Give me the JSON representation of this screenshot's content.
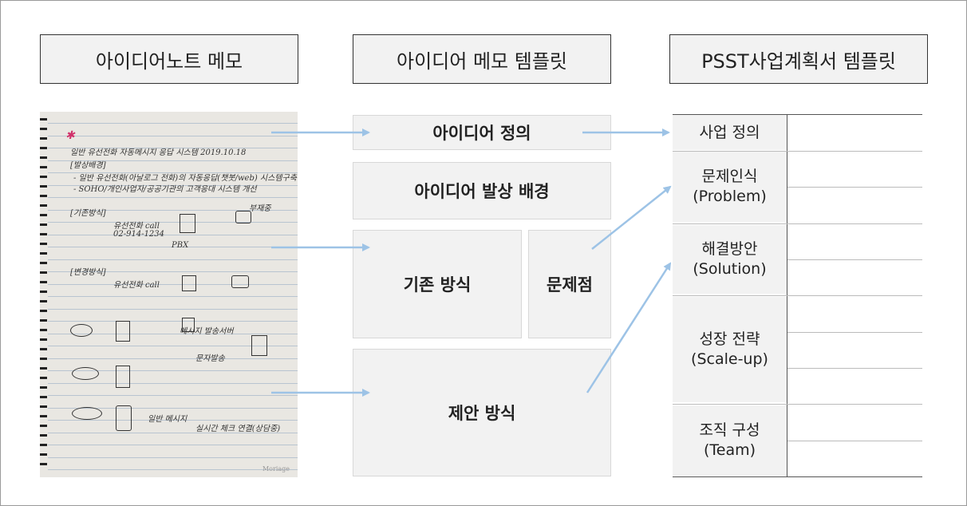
{
  "headers": {
    "memo": "아이디어노트 메모",
    "template": "아이디어 메모 템플릿",
    "psst": "PSST사업계획서 템플릿"
  },
  "template_boxes": {
    "definition": "아이디어 정의",
    "background": "아이디어 발상 배경",
    "existing": "기존 방식",
    "problem": "문제점",
    "proposal": "제안 방식"
  },
  "psst_rows": {
    "business": "사업 정의",
    "problem": [
      "문제인식",
      "(Problem)"
    ],
    "solution": [
      "해결방안",
      "(Solution)"
    ],
    "scaleup": [
      "성장 전략",
      "(Scale-up)"
    ],
    "team": [
      "조직 구성",
      "(Team)"
    ]
  },
  "notebook": {
    "lines": [
      "일반 유선전화 자동메시지 응답 시스템 2019.10.18",
      "[발상배경]",
      "- 일반 유선전화(아날로그 전화)의 자동응답(챗봇/web) 시스템구축",
      "- SOHO/개인사업자/공공기관의 고객응대 시스템 개선",
      "[기존방식]",
      "유선전화 call",
      "02-914-1234",
      "PBX",
      "부재중",
      "[변경방식]",
      "유선전화 call",
      "메시지 발송서버",
      "문자발송",
      "일반 메시지",
      "실시간 체크 연결(상담중)"
    ],
    "brand": "Moriage"
  },
  "colors": {
    "arrow": "#9dc3e6",
    "header_bg": "#f2f2f2",
    "box_bg": "#f2f2f2"
  }
}
